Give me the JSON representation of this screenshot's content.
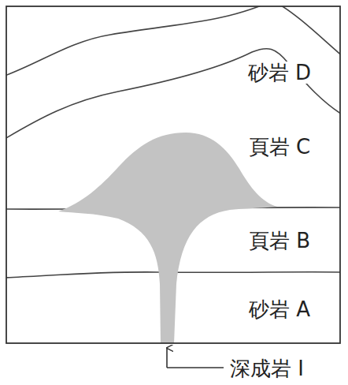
{
  "diagram": {
    "labels": [
      "砂岩 D",
      "頁岩 C",
      "頁岩 B",
      "砂岩 A",
      "深成岩 I"
    ]
  }
}
